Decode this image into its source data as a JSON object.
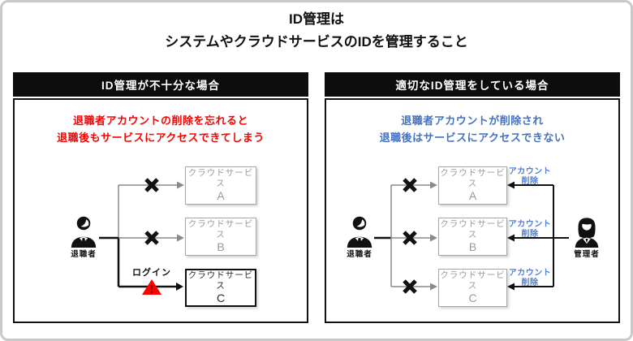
{
  "title": {
    "line1": "ID管理は",
    "line2": "システムやクラウドサービスのIDを管理すること"
  },
  "colors": {
    "alert_red": "#FF0000",
    "info_blue": "#4472C4",
    "label_blue": "#4F7FD9",
    "line_gray": "#8A8A8A",
    "header_black": "#0D0D0D",
    "inactive_gray": "#A6A6A6"
  },
  "left_panel": {
    "header": "ID管理が不十分な場合",
    "message": {
      "line1": "退職者アカウントの削除を忘れると",
      "line2": "退職後もサービスにアクセスできてしまう"
    },
    "person": {
      "label": "退職者"
    },
    "login_label": "ログイン",
    "services": [
      {
        "name": "クラウドサービス",
        "letter": "A"
      },
      {
        "name": "クラウドサービス",
        "letter": "B"
      },
      {
        "name": "クラウドサービス",
        "letter": "C"
      }
    ]
  },
  "right_panel": {
    "header": "適切なID管理をしている場合",
    "message": {
      "line1": "退職者アカウントが削除され",
      "line2": "退職後はサービスにアクセスできない"
    },
    "person_left": {
      "label": "退職者"
    },
    "person_right": {
      "label": "管理者"
    },
    "account_delete_label": {
      "line1": "アカウント",
      "line2": "削除"
    },
    "services": [
      {
        "name": "クラウドサービス",
        "letter": "A"
      },
      {
        "name": "クラウドサービス",
        "letter": "B"
      },
      {
        "name": "クラウドサービス",
        "letter": "C"
      }
    ]
  }
}
